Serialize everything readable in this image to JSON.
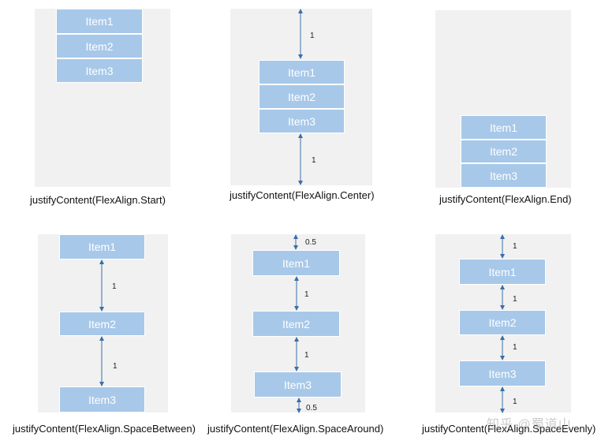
{
  "panels": [
    {
      "caption": "justifyContent(FlexAlign.Start)",
      "items": [
        "Item1",
        "Item2",
        "Item3"
      ],
      "gap_labels": []
    },
    {
      "caption": "justifyContent(FlexAlign.Center)",
      "items": [
        "Item1",
        "Item2",
        "Item3"
      ],
      "gap_labels": [
        "1",
        "1"
      ]
    },
    {
      "caption": "justifyContent(FlexAlign.End)",
      "items": [
        "Item1",
        "Item2",
        "Item3"
      ],
      "gap_labels": []
    },
    {
      "caption": "justifyContent(FlexAlign.SpaceBetween)",
      "items": [
        "Item1",
        "Item2",
        "Item3"
      ],
      "gap_labels": [
        "1",
        "1"
      ]
    },
    {
      "caption": "justifyContent(FlexAlign.SpaceAround)",
      "items": [
        "Item1",
        "Item2",
        "Item3"
      ],
      "gap_labels": [
        "0.5",
        "1",
        "1",
        "0.5"
      ]
    },
    {
      "caption": "justifyContent(FlexAlign.SpaceEvenly)",
      "items": [
        "Item1",
        "Item2",
        "Item3"
      ],
      "gap_labels": [
        "1",
        "1",
        "1",
        "1"
      ]
    }
  ],
  "watermark": "知乎 @蜀道山",
  "colors": {
    "panel_bg": "#f1f1f1",
    "item_fill": "#a7c8e9",
    "arrow": "#3b6ea8"
  }
}
